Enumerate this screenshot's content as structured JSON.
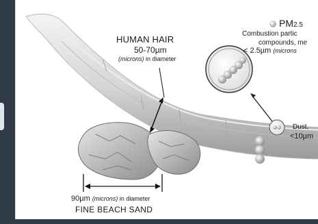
{
  "hair": {
    "title": "HUMAN HAIR",
    "size": "50-70µm",
    "unit_italic": "(microns)",
    "unit_rest": " in diameter"
  },
  "pm25": {
    "title": "PM",
    "subscript": "2.5",
    "desc_line1": "Combustion partic",
    "desc_line2": "compounds, me",
    "size": "< 2.5µm",
    "unit_italic": "(microns"
  },
  "pm10": {
    "desc_line1": "Dust,",
    "size": "<10µm"
  },
  "sand": {
    "size": "90µm",
    "unit_italic": "(microns)",
    "unit_rest": " in diameter",
    "title": "FINE BEACH SAND"
  },
  "colors": {
    "background_dark": "#2f3a48",
    "panel": "#ffffff",
    "hair": "#d9d9d9"
  }
}
